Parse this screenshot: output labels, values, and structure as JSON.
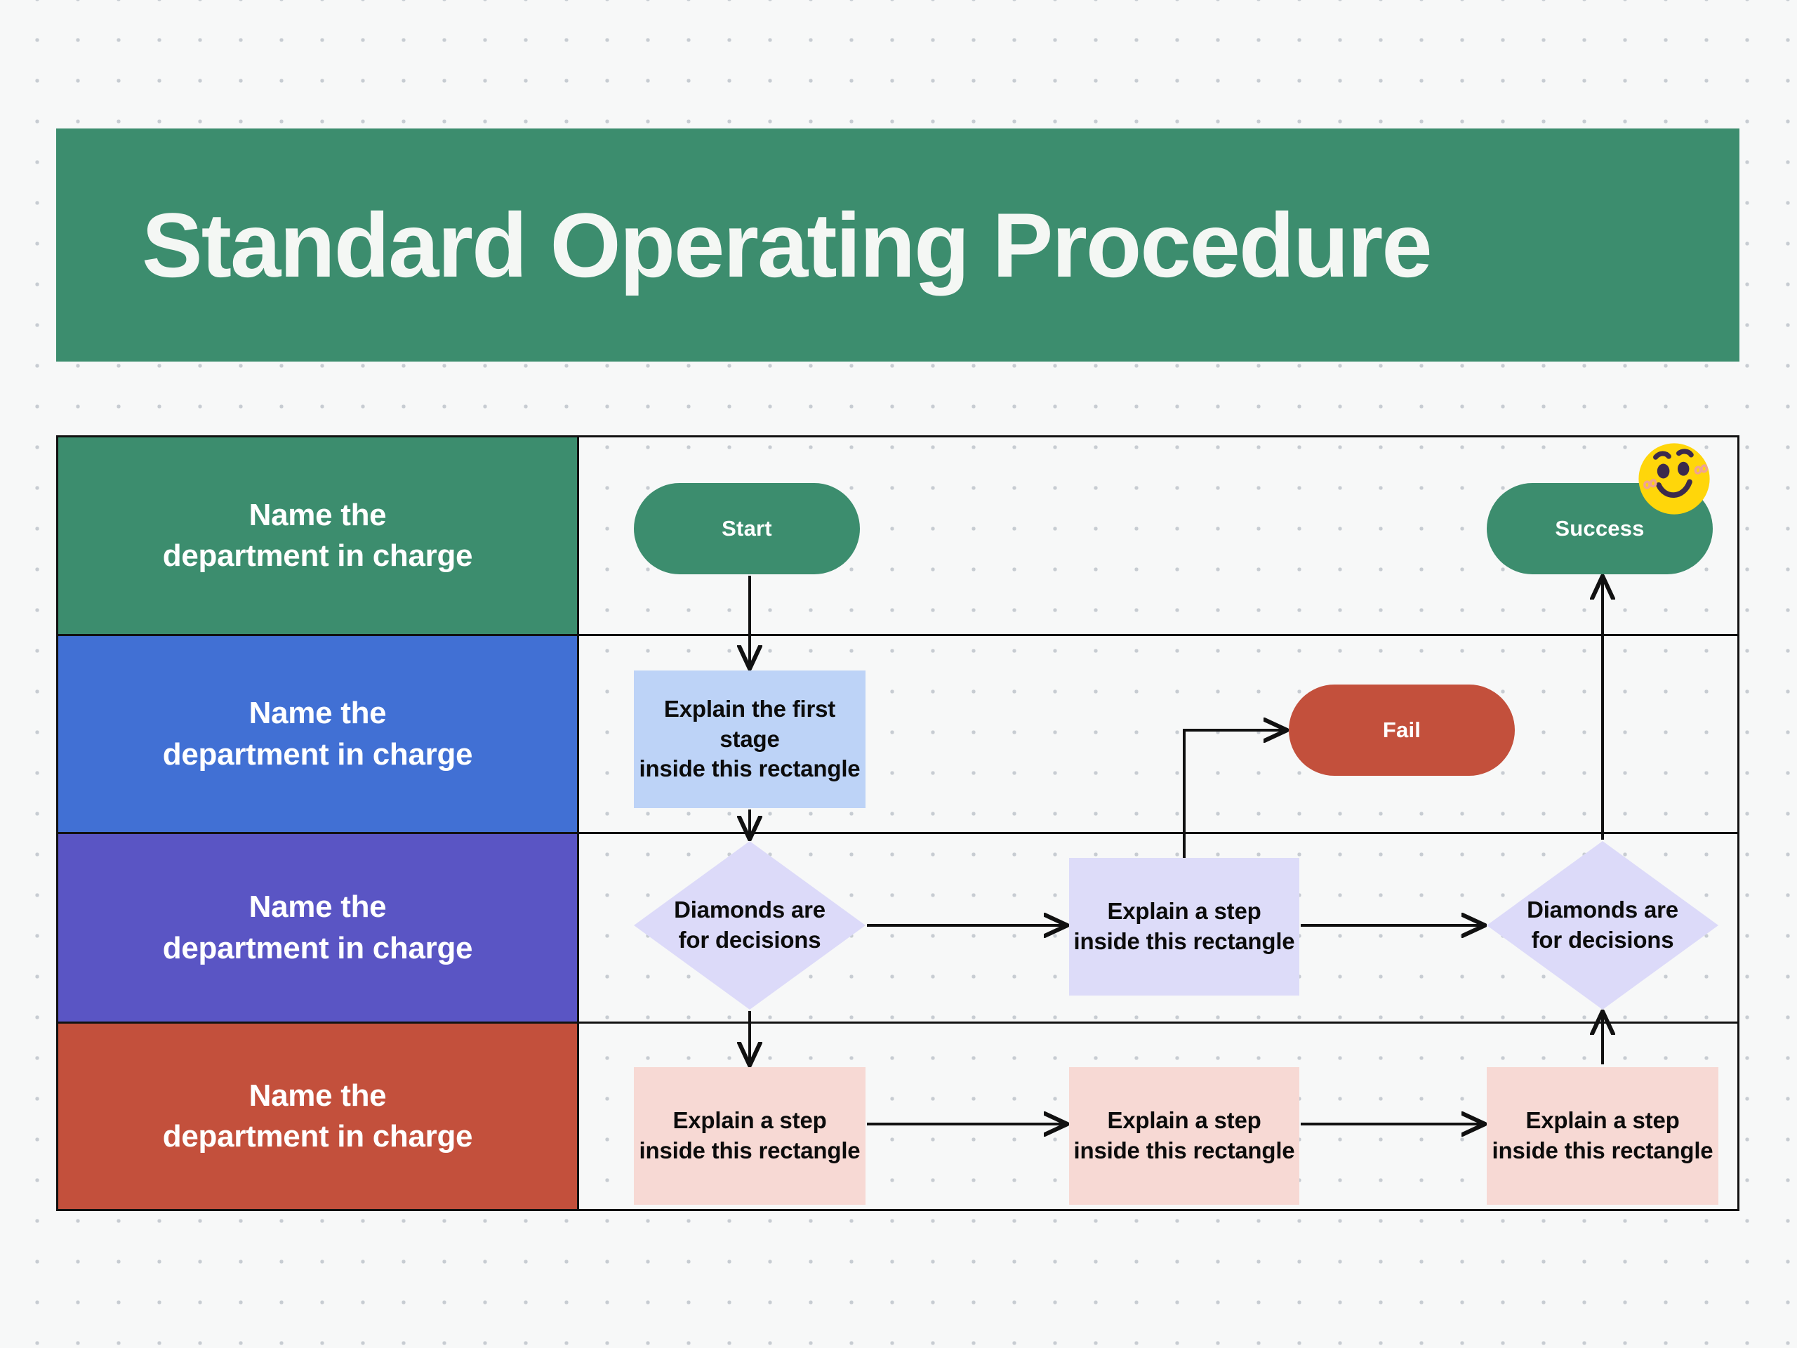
{
  "page": {
    "background_color": "#f7f8f8",
    "dot_grid_color": "#c7ccd2"
  },
  "header": {
    "title": "Standard Operating Procedure",
    "background_color": "#3c8d6e",
    "text_color": "#f4f7f4"
  },
  "lanes": [
    {
      "id": "lane-1",
      "label": "Name the\ndepartment in charge",
      "color": "#3c8d6e"
    },
    {
      "id": "lane-2",
      "label": "Name the\ndepartment in charge",
      "color": "#4170d4"
    },
    {
      "id": "lane-3",
      "label": "Name the\ndepartment in charge",
      "color": "#5a55c4"
    },
    {
      "id": "lane-4",
      "label": "Name the\ndepartment in charge",
      "color": "#c3503c"
    }
  ],
  "lane_labels": {
    "line1": "Name the",
    "line2": "department in charge"
  },
  "nodes": {
    "start": {
      "label": "Start",
      "shape": "pill",
      "fill": "#3c8d6e",
      "text_color": "#ffffff",
      "lane": 1
    },
    "success": {
      "label": "Success",
      "shape": "pill",
      "fill": "#3c8d6e",
      "text_color": "#ffffff",
      "lane": 1
    },
    "fail": {
      "label": "Fail",
      "shape": "pill",
      "fill": "#c3503c",
      "text_color": "#ffffff",
      "lane": 2
    },
    "first_stage": {
      "line1": "Explain the first stage",
      "line2": "inside this rectangle",
      "shape": "rect",
      "fill": "#bdd3f7",
      "text_color": "#0c0c0c",
      "lane": 2
    },
    "diamond_1": {
      "line1": "Diamonds are",
      "line2": "for decisions",
      "shape": "diamond",
      "fill": "#dcdaf9",
      "text_color": "#0c0c0c",
      "lane": 3
    },
    "mid_step": {
      "line1": "Explain a step",
      "line2": "inside this rectangle",
      "shape": "rect",
      "fill": "#dddcf9",
      "text_color": "#0c0c0c",
      "lane": 3
    },
    "diamond_2": {
      "line1": "Diamonds are",
      "line2": "for decisions",
      "shape": "diamond",
      "fill": "#dcdaf9",
      "text_color": "#0c0c0c",
      "lane": 3
    },
    "step_b1": {
      "line1": "Explain a step",
      "line2": "inside this rectangle",
      "shape": "rect",
      "fill": "#f7d9d4",
      "text_color": "#0c0c0c",
      "lane": 4
    },
    "step_b2": {
      "line1": "Explain a step",
      "line2": "inside this rectangle",
      "shape": "rect",
      "fill": "#f7d9d4",
      "text_color": "#0c0c0c",
      "lane": 4
    },
    "step_b3": {
      "line1": "Explain a step",
      "line2": "inside this rectangle",
      "shape": "rect",
      "fill": "#f7d9d4",
      "text_color": "#0c0c0c",
      "lane": 4
    }
  },
  "sticker": {
    "name": "smiling-face-with-blush-emoji",
    "face_color": "#ffd60a",
    "feature_color": "#3b2a4d",
    "blush_color": "#f0a48f"
  },
  "connectors": [
    {
      "from": "start",
      "to": "first_stage",
      "type": "vertical-down",
      "arrow": true
    },
    {
      "from": "first_stage",
      "to": "diamond_1",
      "type": "vertical-down",
      "arrow": true
    },
    {
      "from": "diamond_1",
      "to": "mid_step",
      "type": "horizontal",
      "arrow": true
    },
    {
      "from": "diamond_1",
      "to": "step_b1",
      "type": "vertical-down",
      "arrow": true
    },
    {
      "from": "mid_step",
      "to": "fail",
      "type": "elbow-up-right",
      "arrow": true
    },
    {
      "from": "mid_step",
      "to": "diamond_2",
      "type": "horizontal",
      "arrow": true
    },
    {
      "from": "step_b1",
      "to": "step_b2",
      "type": "horizontal",
      "arrow": true
    },
    {
      "from": "step_b2",
      "to": "step_b3",
      "type": "horizontal",
      "arrow": true
    },
    {
      "from": "step_b3",
      "to": "diamond_2",
      "type": "vertical-up",
      "arrow": true
    },
    {
      "from": "diamond_2",
      "to": "success",
      "type": "vertical-up",
      "arrow": true
    }
  ]
}
